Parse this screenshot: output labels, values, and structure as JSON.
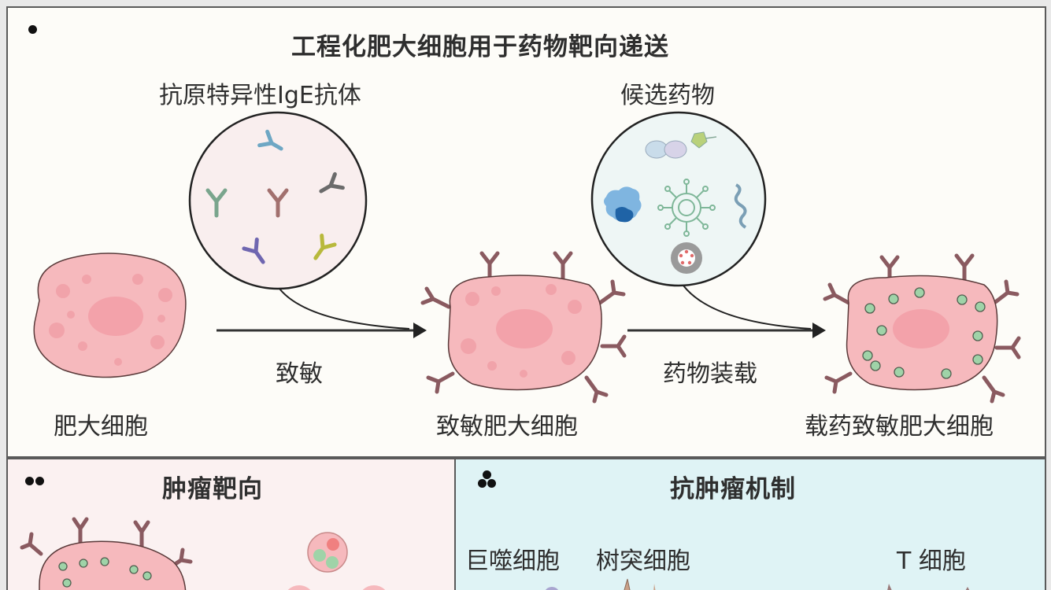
{
  "panel_a": {
    "marker": "•",
    "title": "工程化肥大细胞用于药物靶向递送",
    "antibody_bubble_label": "抗原特异性IgE抗体",
    "drug_bubble_label": "候选药物",
    "cells": [
      {
        "label": "肥大细胞"
      },
      {
        "label": "致敏肥大细胞"
      },
      {
        "label": "载药致敏肥大细胞"
      }
    ],
    "arrows": [
      {
        "label": "致敏"
      },
      {
        "label": "药物装载"
      }
    ],
    "antibody_colors": [
      "#6ea7c4",
      "#7aa58d",
      "#a2706e",
      "#6b6b6b",
      "#6f66b0",
      "#b8b93c"
    ],
    "drug_items": [
      "small-molecule",
      "protein",
      "virus",
      "nucleic-acid",
      "nanoparticle"
    ]
  },
  "panel_b": {
    "marker": "••",
    "title": "肿瘤靶向"
  },
  "panel_c": {
    "marker": "∴",
    "title": "抗肿瘤机制",
    "cell_labels": [
      "巨噬细胞",
      "树突细胞",
      "T 细胞"
    ]
  },
  "colors": {
    "cell_fill": "#f6b9bd",
    "cell_nucleus": "#f3a2aa",
    "granule_green": "#9fd3a8",
    "receptor": "#8a5a60",
    "panel_top_bg": "#fdfcf8",
    "panel_bl_bg": "#fbf1f1",
    "panel_br_bg": "#dff3f5"
  }
}
